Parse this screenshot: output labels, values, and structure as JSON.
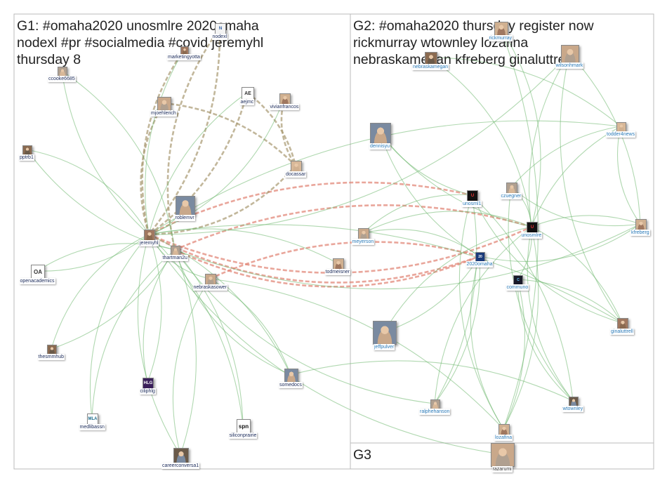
{
  "groups": {
    "g1": {
      "label": "G1: #omaha2020 unosmlre 2020omaha\nnodexl #pr #socialmedia #covid jeremyhl\nthursday 8"
    },
    "g2": {
      "label": "G2: #omaha2020 thursday register now\nrickmurray wtownley lozafina\nnebraskamegan kfreberg ginaluttrell"
    },
    "g3": {
      "label": "G3"
    }
  },
  "colors": {
    "edge_green": "#6fb86f",
    "edge_olive": "#a89870",
    "edge_red": "#e08070",
    "panel_border": "#bbbbbb"
  },
  "nodes": [
    {
      "id": "nodexl",
      "label": "nodexl",
      "group": "g1",
      "icon": "nodexl-logo"
    },
    {
      "id": "marketingyotta",
      "label": "marketingyotta",
      "group": "g1",
      "icon": "avatar"
    },
    {
      "id": "ccooke6685",
      "label": "ccooke6685",
      "group": "g1",
      "icon": "avatar"
    },
    {
      "id": "aejmc",
      "label": "aejmc",
      "group": "g1",
      "icon": "aejmc-logo"
    },
    {
      "id": "vivianfrancos",
      "label": "vivianfrancos",
      "group": "g1",
      "icon": "avatar"
    },
    {
      "id": "mjoehlerich",
      "label": "mjoehlerich",
      "group": "g1",
      "icon": "avatar"
    },
    {
      "id": "pptrb1",
      "label": "pptrb1",
      "group": "g1",
      "icon": "avatar"
    },
    {
      "id": "docassar",
      "label": "docassar",
      "group": "g1",
      "icon": "avatar"
    },
    {
      "id": "roblemvr",
      "label": "roblemvr",
      "group": "g1",
      "icon": "avatar"
    },
    {
      "id": "jeremyhl",
      "label": "jeremyhl",
      "group": "g1",
      "icon": "avatar"
    },
    {
      "id": "thartman2u",
      "label": "thartman2u",
      "group": "g1",
      "icon": "avatar"
    },
    {
      "id": "openacademics",
      "label": "openacademics",
      "group": "g1",
      "icon": "oa-logo"
    },
    {
      "id": "todmeisner",
      "label": "todmeisner",
      "group": "g1",
      "icon": "avatar"
    },
    {
      "id": "nebraskasower",
      "label": "nebraskasower",
      "group": "g1",
      "icon": "avatar"
    },
    {
      "id": "thesmmhub",
      "label": "thesmmhub",
      "group": "g1",
      "icon": "avatar"
    },
    {
      "id": "ciliphlg",
      "label": "ciliphlg",
      "group": "g1",
      "icon": "hlg-logo"
    },
    {
      "id": "somedocs",
      "label": "somedocs",
      "group": "g1",
      "icon": "avatar"
    },
    {
      "id": "medlibassn",
      "label": "medlibassn",
      "group": "g1",
      "icon": "mla-logo"
    },
    {
      "id": "siliconprairie",
      "label": "siliconprairie",
      "group": "g1",
      "icon": "spn-logo"
    },
    {
      "id": "careerconversa1",
      "label": "careerconversa1",
      "group": "g1",
      "icon": "avatar"
    },
    {
      "id": "rickmurray",
      "label": "rickmurray",
      "group": "g2",
      "icon": "avatar"
    },
    {
      "id": "wilsonhmark",
      "label": "wilsonhmark",
      "group": "g2",
      "icon": "avatar"
    },
    {
      "id": "nebraskamegan",
      "label": "nebraskamegan",
      "group": "g2",
      "icon": "avatar"
    },
    {
      "id": "todder4news",
      "label": "todder4news",
      "group": "g2",
      "icon": "avatar"
    },
    {
      "id": "dennisyu",
      "label": "dennisyu",
      "group": "g2",
      "icon": "avatar"
    },
    {
      "id": "unosml1",
      "label": "unosml1",
      "group": "g2",
      "icon": "uno-logo"
    },
    {
      "id": "czuegner",
      "label": "czuegner",
      "group": "g2",
      "icon": "avatar"
    },
    {
      "id": "unosmlre",
      "label": "unosmlre",
      "group": "g2",
      "icon": "uno-logo"
    },
    {
      "id": "kfreberg",
      "label": "kfreberg",
      "group": "g2",
      "icon": "avatar"
    },
    {
      "id": "meyerson",
      "label": "meyerson",
      "group": "g2",
      "icon": "avatar"
    },
    {
      "id": "2020omaha",
      "label": "2020omaha",
      "group": "g2",
      "icon": "omaha-logo"
    },
    {
      "id": "communo",
      "label": "communo",
      "group": "g2",
      "icon": "communo-logo"
    },
    {
      "id": "jeffpulver",
      "label": "jeffpulver",
      "group": "g2",
      "icon": "avatar"
    },
    {
      "id": "ginaluttrell",
      "label": "ginaluttrell",
      "group": "g2",
      "icon": "avatar"
    },
    {
      "id": "ralphehanson",
      "label": "ralphehanson",
      "group": "g2",
      "icon": "avatar"
    },
    {
      "id": "wtownley",
      "label": "wtownley",
      "group": "g2",
      "icon": "avatar"
    },
    {
      "id": "lozafina",
      "label": "lozafina",
      "group": "g2",
      "icon": "avatar"
    },
    {
      "id": "razarumi",
      "label": "razarumi",
      "group": "g3",
      "icon": "avatar"
    }
  ],
  "edges": [
    [
      "jeremyhl",
      "unosmlre",
      "red"
    ],
    [
      "jeremyhl",
      "unosml1",
      "red"
    ],
    [
      "jeremyhl",
      "2020omaha",
      "red"
    ],
    [
      "thartman2u",
      "unosmlre",
      "red"
    ],
    [
      "thartman2u",
      "2020omaha",
      "red"
    ],
    [
      "nebraskasower",
      "2020omaha",
      "red"
    ],
    [
      "jeremyhl",
      "docassar",
      "olive"
    ],
    [
      "mjoehlerich",
      "docassar",
      "olive"
    ],
    [
      "mjoehlerich",
      "jeremyhl",
      "olive"
    ],
    [
      "aejmc",
      "jeremyhl",
      "olive"
    ],
    [
      "marketingyotta",
      "jeremyhl",
      "olive"
    ],
    [
      "nodexl",
      "jeremyhl",
      "olive"
    ],
    [
      "vivianfrancos",
      "docassar",
      "olive"
    ],
    [
      "aejmc",
      "docassar",
      "olive"
    ],
    [
      "nodexl",
      "thartman2u",
      "olive"
    ],
    [
      "jeremyhl",
      "ccooke6685",
      "green"
    ],
    [
      "jeremyhl",
      "pptrb1",
      "green"
    ],
    [
      "jeremyhl",
      "openacademics",
      "green"
    ],
    [
      "jeremyhl",
      "thesmmhub",
      "green"
    ],
    [
      "jeremyhl",
      "ciliphlg",
      "green"
    ],
    [
      "jeremyhl",
      "medlibassn",
      "green"
    ],
    [
      "jeremyhl",
      "siliconprairie",
      "green"
    ],
    [
      "jeremyhl",
      "careerconversa1",
      "green"
    ],
    [
      "jeremyhl",
      "somedocs",
      "green"
    ],
    [
      "jeremyhl",
      "nebraskasower",
      "green"
    ],
    [
      "jeremyhl",
      "todmeisner",
      "green"
    ],
    [
      "jeremyhl",
      "roblemvr",
      "green"
    ],
    [
      "jeremyhl",
      "aejmc",
      "green"
    ],
    [
      "jeremyhl",
      "vivianfrancos",
      "green"
    ],
    [
      "jeremyhl",
      "marketingyotta",
      "green"
    ],
    [
      "thartman2u",
      "ciliphlg",
      "green"
    ],
    [
      "thartman2u",
      "careerconversa1",
      "green"
    ],
    [
      "thartman2u",
      "somedocs",
      "green"
    ],
    [
      "thartman2u",
      "thesmmhub",
      "green"
    ],
    [
      "thartman2u",
      "medlibassn",
      "green"
    ],
    [
      "thartman2u",
      "siliconprairie",
      "green"
    ],
    [
      "thartman2u",
      "openacademics",
      "green"
    ],
    [
      "thartman2u",
      "pptrb1",
      "green"
    ],
    [
      "thartman2u",
      "ccooke6685",
      "green"
    ],
    [
      "nebraskasower",
      "somedocs",
      "green"
    ],
    [
      "nebraskasower",
      "careerconversa1",
      "green"
    ],
    [
      "unosmlre",
      "dennisyu",
      "green"
    ],
    [
      "unosmlre",
      "czuegner",
      "green"
    ],
    [
      "unosmlre",
      "kfreberg",
      "green"
    ],
    [
      "unosmlre",
      "meyerson",
      "green"
    ],
    [
      "unosmlre",
      "communo",
      "green"
    ],
    [
      "unosmlre",
      "jeffpulver",
      "green"
    ],
    [
      "unosmlre",
      "ginaluttrell",
      "green"
    ],
    [
      "unosmlre",
      "wtownley",
      "green"
    ],
    [
      "unosmlre",
      "lozafina",
      "green"
    ],
    [
      "unosmlre",
      "ralphehanson",
      "green"
    ],
    [
      "unosmlre",
      "todder4news",
      "green"
    ],
    [
      "unosmlre",
      "rickmurray",
      "green"
    ],
    [
      "unosmlre",
      "wilsonhmark",
      "green"
    ],
    [
      "unosmlre",
      "nebraskamegan",
      "green"
    ],
    [
      "unosml1",
      "dennisyu",
      "green"
    ],
    [
      "unosml1",
      "meyerson",
      "green"
    ],
    [
      "unosml1",
      "ralphehanson",
      "green"
    ],
    [
      "unosml1",
      "lozafina",
      "green"
    ],
    [
      "unosml1",
      "wtownley",
      "green"
    ],
    [
      "unosml1",
      "ginaluttrell",
      "green"
    ],
    [
      "2020omaha",
      "jeffpulver",
      "green"
    ],
    [
      "2020omaha",
      "lozafina",
      "green"
    ],
    [
      "2020omaha",
      "ralphehanson",
      "green"
    ],
    [
      "2020omaha",
      "meyerson",
      "green"
    ],
    [
      "2020omaha",
      "dennisyu",
      "green"
    ],
    [
      "2020omaha",
      "kfreberg",
      "green"
    ],
    [
      "communo",
      "lozafina",
      "green"
    ],
    [
      "communo",
      "wtownley",
      "green"
    ],
    [
      "communo",
      "ginaluttrell",
      "green"
    ],
    [
      "czuegner",
      "kfreberg",
      "green"
    ],
    [
      "czuegner",
      "todder4news",
      "green"
    ],
    [
      "czuegner",
      "wtownley",
      "green"
    ],
    [
      "wilsonhmark",
      "kfreberg",
      "green"
    ],
    [
      "wilsonhmark",
      "ginaluttrell",
      "green"
    ],
    [
      "rickmurray",
      "lozafina",
      "green"
    ],
    [
      "todder4news",
      "kfreberg",
      "green"
    ],
    [
      "nebraskamegan",
      "todder4news",
      "green"
    ],
    [
      "jeremyhl",
      "razarumi",
      "green"
    ],
    [
      "somedocs",
      "wtownley",
      "green"
    ],
    [
      "jeremyhl",
      "wilsonhmark",
      "green"
    ],
    [
      "jeremyhl",
      "todder4news",
      "green"
    ],
    [
      "thartman2u",
      "kfreberg",
      "green"
    ],
    [
      "jeremyhl",
      "ginaluttrell",
      "green"
    ],
    [
      "thartman2u",
      "ralphehanson",
      "green"
    ],
    [
      "nebraskasower",
      "lozafina",
      "green"
    ]
  ]
}
